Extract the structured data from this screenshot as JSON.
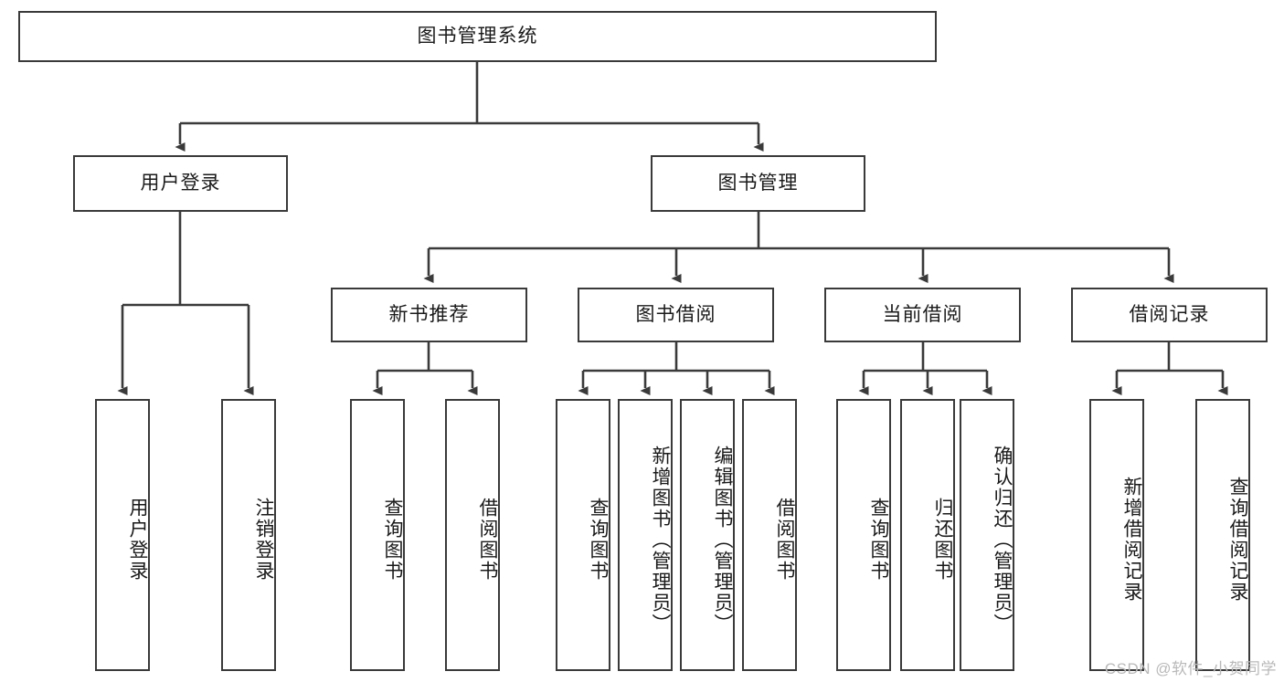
{
  "diagram": {
    "type": "tree-hierarchy",
    "title": "图书管理系统",
    "root": {
      "id": "root",
      "label": "图书管理系统"
    },
    "level1": [
      {
        "id": "user-login",
        "label": "用户登录"
      },
      {
        "id": "book-manage",
        "label": "图书管理"
      }
    ],
    "level2": [
      {
        "id": "new-book-rec",
        "label": "新书推荐",
        "parent": "book-manage"
      },
      {
        "id": "book-borrow",
        "label": "图书借阅",
        "parent": "book-manage"
      },
      {
        "id": "current-borrow",
        "label": "当前借阅",
        "parent": "book-manage"
      },
      {
        "id": "borrow-record",
        "label": "借阅记录",
        "parent": "book-manage"
      }
    ],
    "leaves": [
      {
        "id": "leaf-user-login",
        "label": "用户登录",
        "parent": "user-login"
      },
      {
        "id": "leaf-logout",
        "label": "注销登录",
        "parent": "user-login"
      },
      {
        "id": "leaf-query-book-1",
        "label": "查询图书",
        "parent": "new-book-rec"
      },
      {
        "id": "leaf-borrow-book-1",
        "label": "借阅图书",
        "parent": "new-book-rec"
      },
      {
        "id": "leaf-query-book-2",
        "label": "查询图书",
        "parent": "book-borrow"
      },
      {
        "id": "leaf-add-book",
        "label": "新增图书（管理员）",
        "parent": "book-borrow"
      },
      {
        "id": "leaf-edit-book",
        "label": "编辑图书（管理员）",
        "parent": "book-borrow"
      },
      {
        "id": "leaf-borrow-book-2",
        "label": "借阅图书",
        "parent": "book-borrow"
      },
      {
        "id": "leaf-query-book-3",
        "label": "查询图书",
        "parent": "current-borrow"
      },
      {
        "id": "leaf-return-book",
        "label": "归还图书",
        "parent": "current-borrow"
      },
      {
        "id": "leaf-confirm-return",
        "label": "确认归还（管理员）",
        "parent": "current-borrow"
      },
      {
        "id": "leaf-add-record",
        "label": "新增借阅记录",
        "parent": "borrow-record"
      },
      {
        "id": "leaf-query-record",
        "label": "查询借阅记录",
        "parent": "borrow-record"
      }
    ],
    "colors": {
      "stroke": "#3a3a3a",
      "fill": "#ffffff",
      "text": "#1a1a1a",
      "watermark": "#b9b9b9"
    }
  },
  "watermark": {
    "text": "CSDN @软件_小贺同学"
  }
}
